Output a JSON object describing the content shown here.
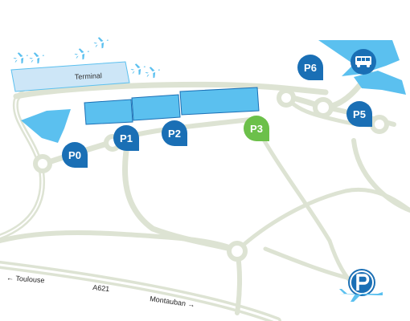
{
  "map": {
    "terminal_label": "Terminal",
    "roads": {
      "left_direction": "← Toulouse",
      "highway": "A621",
      "right_direction": "Montauban →"
    },
    "parkings": [
      {
        "id": "p0",
        "label": "P0",
        "color": "#1a6fb5"
      },
      {
        "id": "p1",
        "label": "P1",
        "color": "#1a6fb5"
      },
      {
        "id": "p2",
        "label": "P2",
        "color": "#1a6fb5"
      },
      {
        "id": "p3",
        "label": "P3",
        "color": "#6cc04a"
      },
      {
        "id": "p5",
        "label": "P5",
        "color": "#1a6fb5"
      },
      {
        "id": "p6",
        "label": "P6",
        "color": "#1a6fb5"
      }
    ],
    "colors": {
      "road": "#dde3d3",
      "parking_area": "#5bc0ef",
      "terminal": "#cde6f7",
      "plane": "#5bc0ef",
      "pin_blue": "#1a6fb5",
      "pin_green": "#6cc04a"
    },
    "icons": [
      "airplane-icon",
      "bus-icon",
      "airport-parking-logo-icon"
    ]
  }
}
